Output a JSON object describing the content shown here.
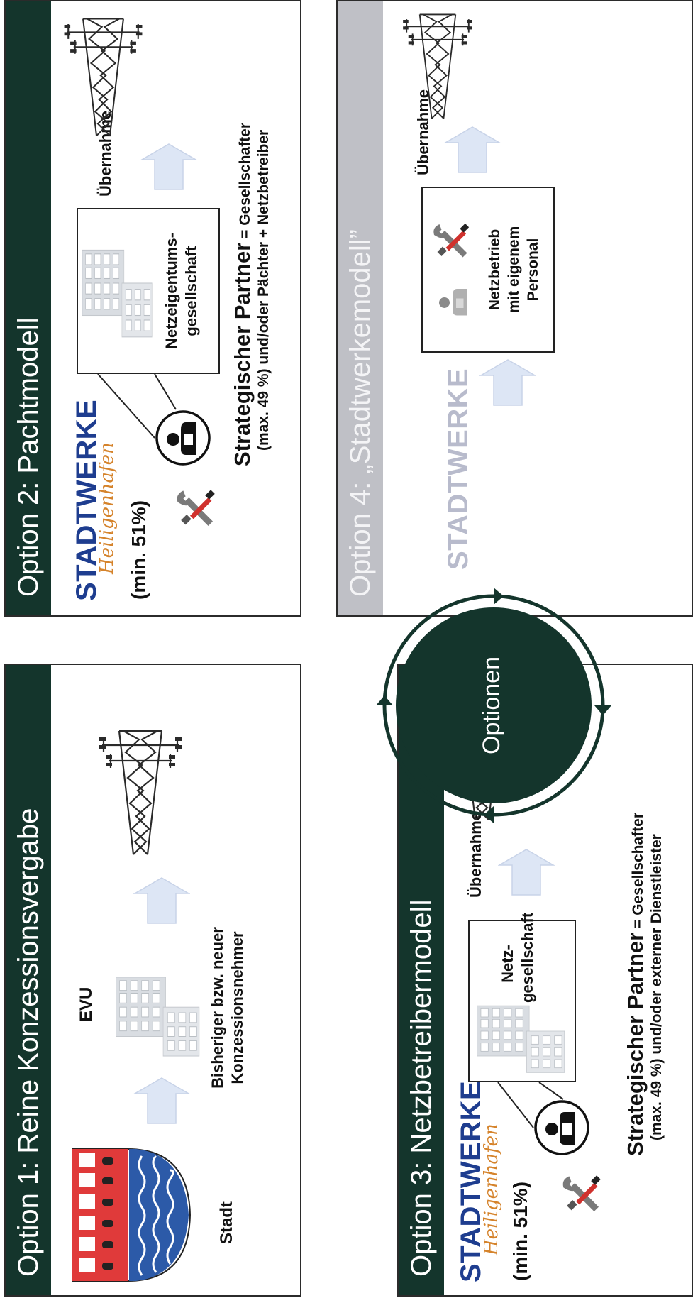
{
  "center": {
    "label": "Optionen"
  },
  "option1": {
    "title": "Option 1: Reine Konzessionsvergabe",
    "stadt_label": "Stadt",
    "evu_label": "EVU",
    "holder_text": [
      "Bisheriger bzw. neuer",
      "Konzessionsnehmer"
    ]
  },
  "option2": {
    "title": "Option 2: Pachtmodell",
    "logo_main": "STADTWERKE",
    "logo_sub": "Heiligenhafen",
    "share": "(min. 51%)",
    "entity": [
      "Netzeigentums-",
      "gesellschaft"
    ],
    "takeover": "Übernahme",
    "partner_title": "Strategischer Partner",
    "partner_line1": " = Gesellschafter",
    "partner_line2": "(max. 49 %) und/oder Pächter + Netzbetreiber"
  },
  "option3": {
    "title": "Option 3: Netzbetreibermodell",
    "logo_main": "STADTWERKE",
    "logo_sub": "Heiligenhafen",
    "share": "(min. 51%)",
    "entity": [
      "Netz-",
      "gesellschaft"
    ],
    "takeover": "Übernahme",
    "partner_title": "Strategischer Partner",
    "partner_line1": " = Gesellschafter",
    "partner_line2": "(max. 49 %) und/oder externer Dienstleister"
  },
  "option4": {
    "title": "Option 4: „Stadtwerkemodell”",
    "logo_main": "STADTWERKE",
    "entity": [
      "Netzbetrieb",
      "mit eigenem",
      "Personal"
    ],
    "takeover": "Übernahme"
  },
  "colors": {
    "dark_green": "#14352c",
    "grey_bar": "#bfc0c6",
    "logo_blue": "#1e3d8f",
    "logo_orange": "#d5832b",
    "arrow": "#dde6f5"
  }
}
